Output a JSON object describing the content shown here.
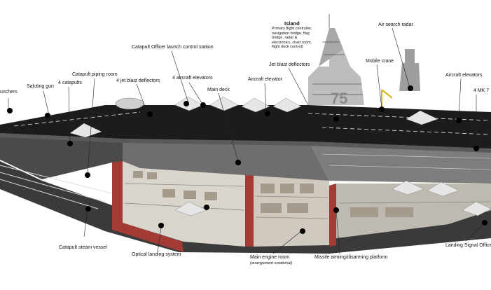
{
  "labels": {
    "launchers": "unchers",
    "saluting_gun": "Saluting gun",
    "catapults_4": "4 catapults",
    "catapult_piping_room": "Catapult piping room",
    "catapult_officer": "Catapult Officer launch control station",
    "jet_blast_deflectors_4": "4 jet blast deflectors",
    "aircraft_elevators_4": "4 aircraft elevators",
    "main_deck": "Main deck",
    "aircraft_elevator": "Aircraft elevator",
    "jet_blast_deflectors": "Jet blast deflectors",
    "island_title": "Island",
    "island_desc": "Primary flight controller, navigation bridge, flag bridge, radar & electronics, chart room, flight deck control)",
    "air_search_radar": "Air search radar",
    "mobile_crane": "Mobile crane",
    "aircraft_elevators": "Aircraft elevators",
    "mk7": "4 MK 7",
    "catapult_steam_vessel": "Catapult steam vessel",
    "optical_landing_system": "Optical landing system",
    "main_engine_room": "Main engine room",
    "arrangement_notational": "(arrangement notational)",
    "missile_arming": "Missile arming/disarming platform",
    "landing_signal_officer": "Landing Signal Officer"
  },
  "hull_number": "75",
  "colors": {
    "deck": "#1c1c1c",
    "hangar": "#6e6e6e",
    "hull_cut": "#a43a34",
    "interior": "#d9d4cc",
    "island": "#bdbdbd"
  }
}
